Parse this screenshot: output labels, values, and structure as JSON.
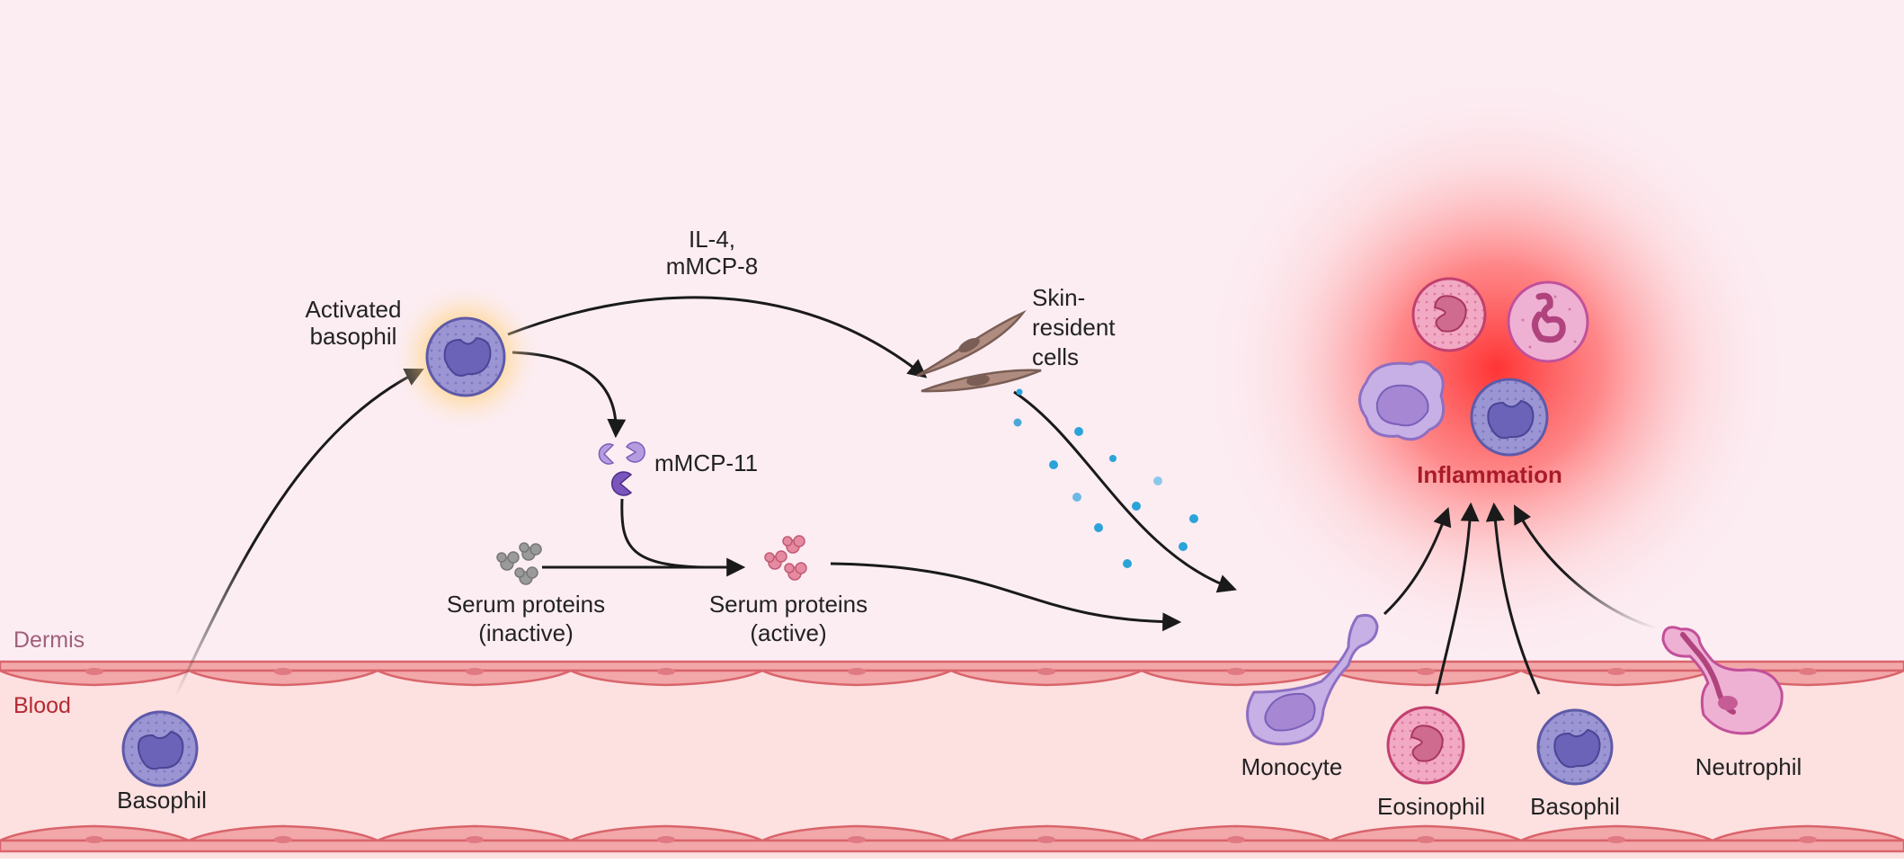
{
  "labels": {
    "il4": "IL-4,",
    "mmcp8": "mMCP-8",
    "activated_line1": "Activated",
    "activated_line2": "basophil",
    "skin_line1": "Skin-",
    "skin_line2": "resident",
    "skin_line3": "cells",
    "mmcp11": "mMCP-11",
    "serum_inactive_line1": "Serum proteins",
    "serum_inactive_line2": "(inactive)",
    "serum_active_line1": "Serum proteins",
    "serum_active_line2": "(active)",
    "inflammation": "Inflammation",
    "dermis": "Dermis",
    "blood": "Blood",
    "basophil_left": "Basophil",
    "monocyte": "Monocyte",
    "eosinophil": "Eosinophil",
    "basophil_right": "Basophil",
    "neutrophil": "Neutrophil"
  },
  "colors": {
    "dermis_bg": "#fcedf3",
    "blood_bg": "#fde0e0",
    "vessel_fill": "#f2a7a9",
    "vessel_stroke": "#d9646b",
    "inflammation_text": "#a81c2a",
    "dermis_text": "#a0607a",
    "blood_text": "#b52a33",
    "basophil": "#9b95d4",
    "eosinophil": "#f2a9c3",
    "monocyte": "#c6b0e6",
    "neutrophil": "#eeb1d3",
    "fibroblast": "#b08c80",
    "droplet": "#2aa3d9",
    "mmcp11": "#9a7ac8"
  }
}
